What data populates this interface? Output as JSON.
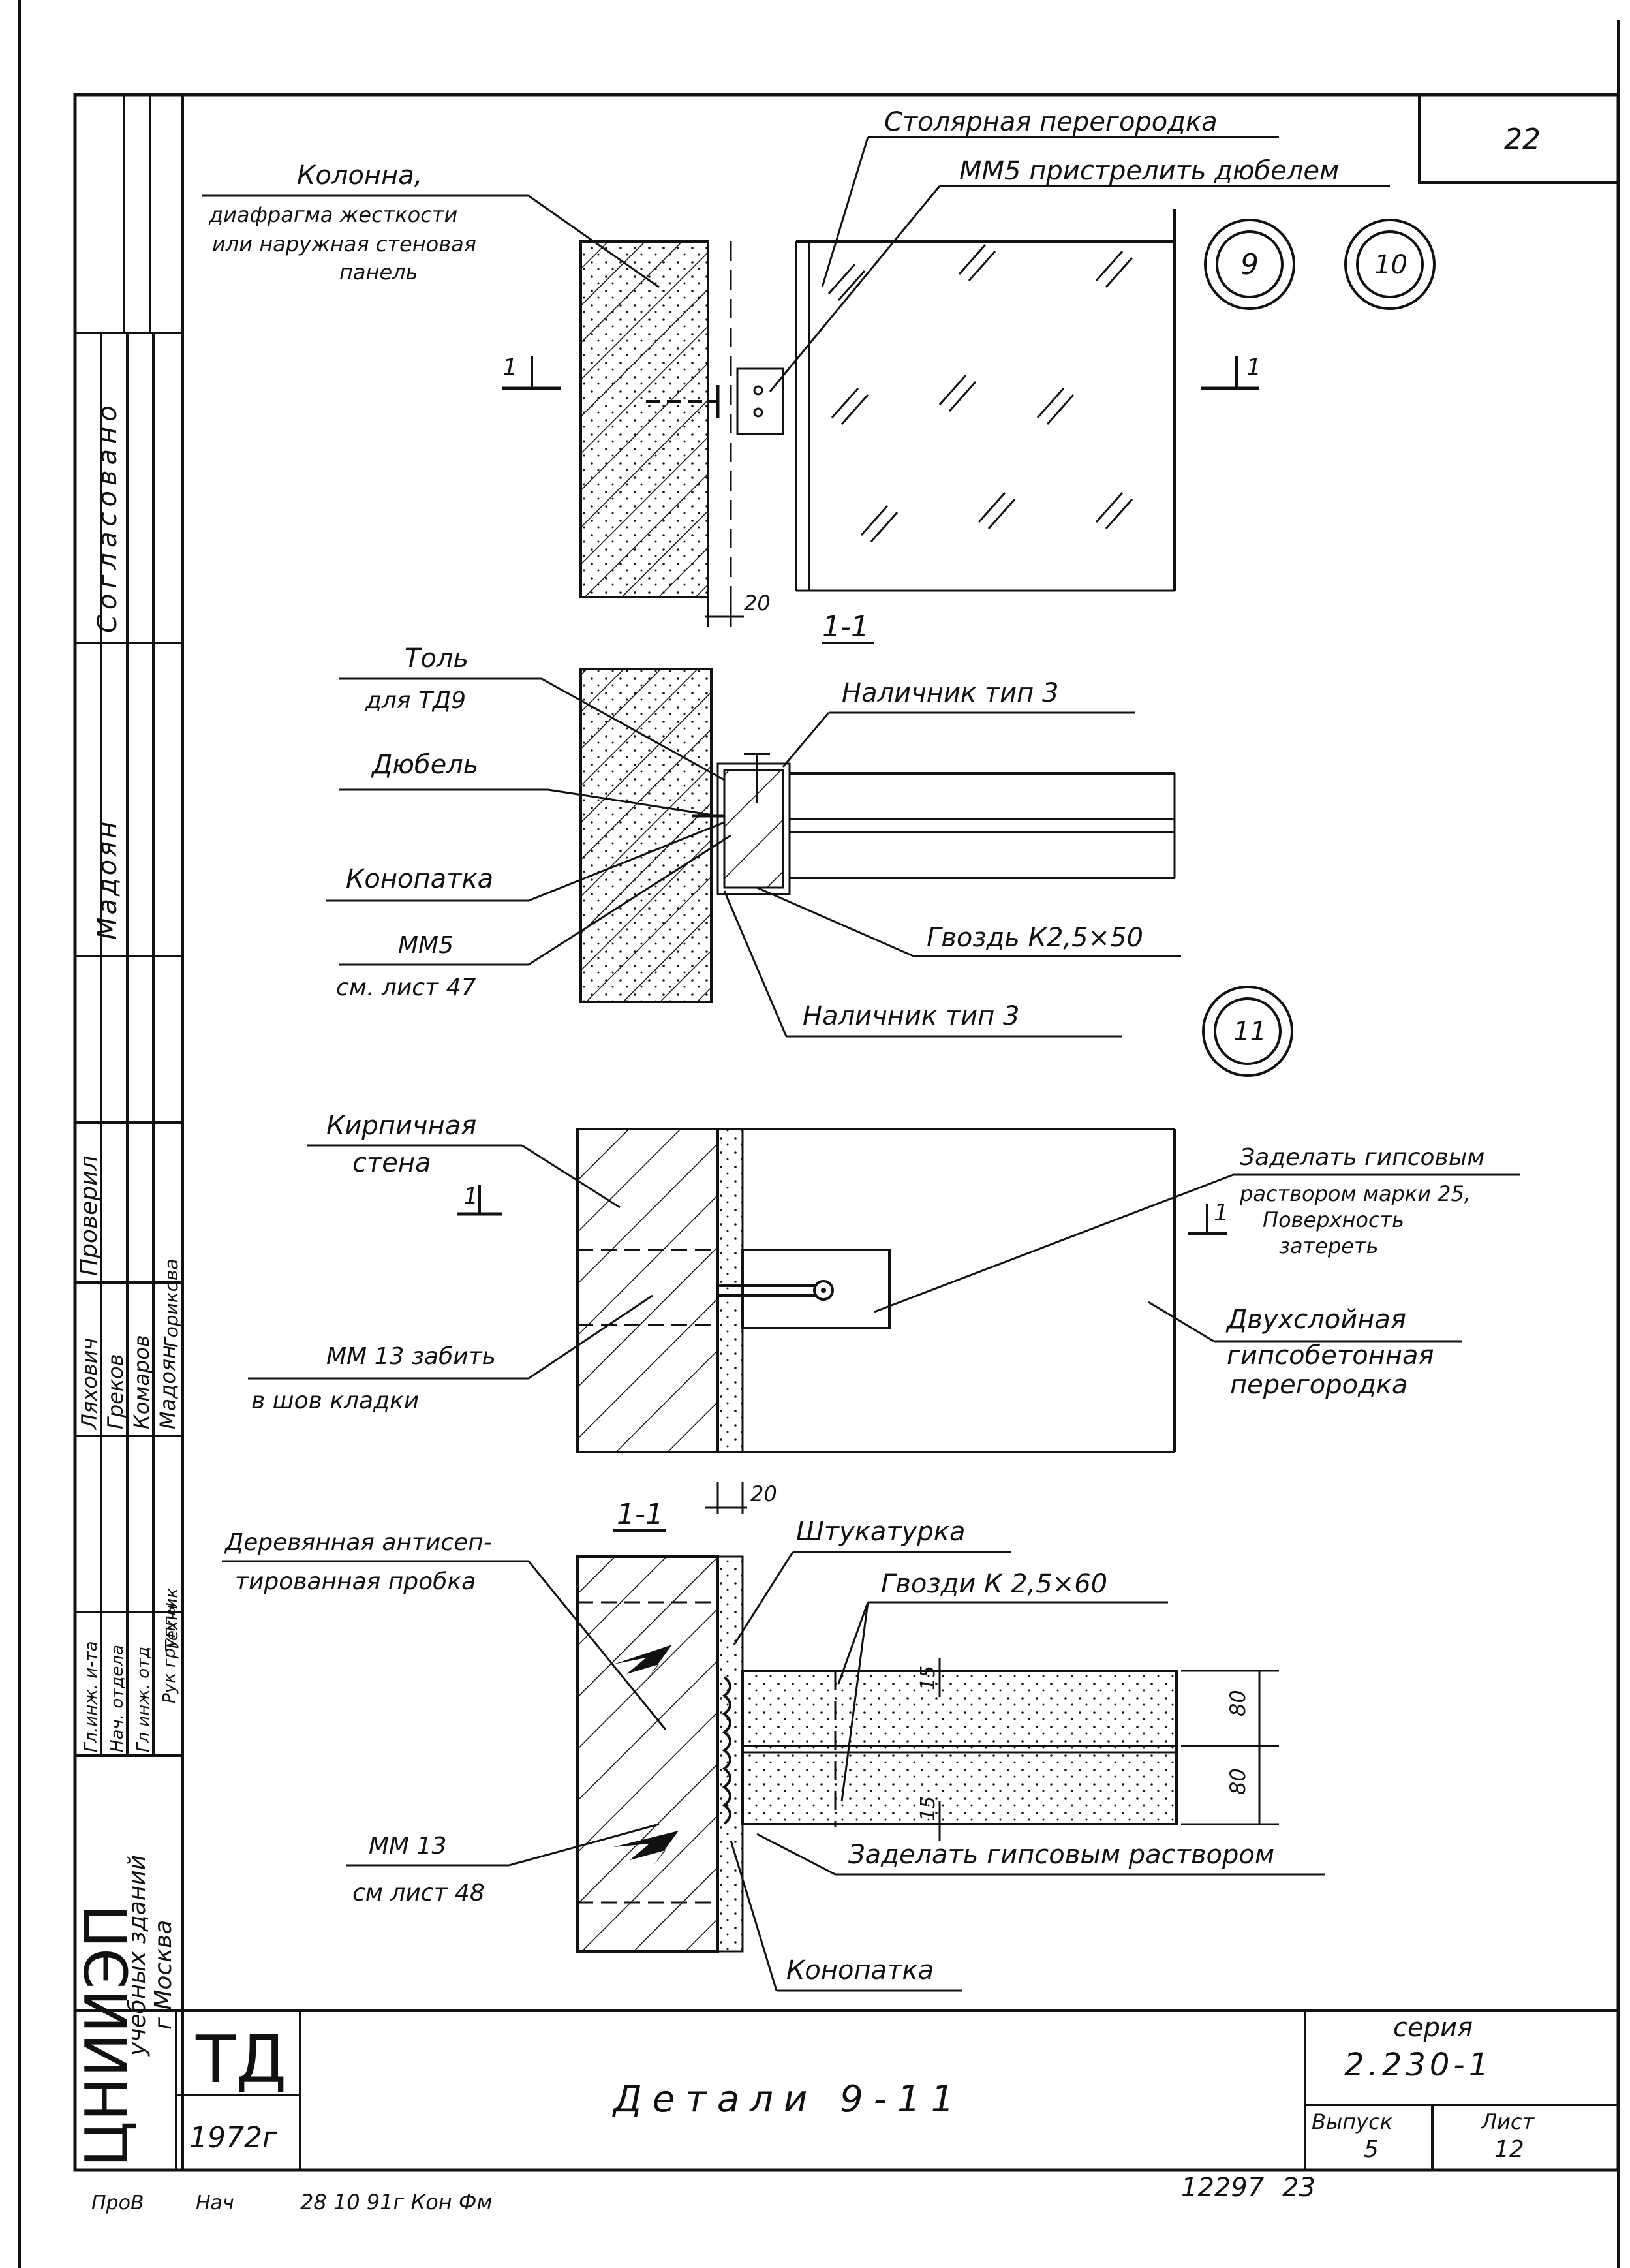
{
  "sheet_number_top": "22",
  "detail_marks": [
    "9",
    "10",
    "11"
  ],
  "detail9": {
    "labels": {
      "steel_partition": "Столярная перегородка",
      "mm5_note": "ММ5 пристрелить дюбелем",
      "column": "Колонна,",
      "column_l2": "диафрагма жесткости",
      "column_l3": "или наружная стеновая",
      "column_l4": "панель",
      "section_mark": "1",
      "dim": "20",
      "section_title": "1-1"
    }
  },
  "detail9_section": {
    "tol": "Толь",
    "tol_l2": "для ТД9",
    "dubel": "Дюбель",
    "konopatka": "Конопатка",
    "mm5": "ММ5",
    "mm5_ref": "см. лист 47",
    "nalichnik_top": "Наличник тип 3",
    "gvozd": "Гвоздь К2,5×50",
    "nalichnik_bottom": "Наличник тип 3"
  },
  "detail11": {
    "brick_wall": "Кирпичная",
    "brick_wall_l2": "стена",
    "section_mark": "1",
    "fill_gypsum": "Заделать гипсовым",
    "fill_gypsum_l2": "раствором марки 25,",
    "fill_gypsum_l3": "Поверхность",
    "fill_gypsum_l4": "затереть",
    "two_layer": "Двухслойная",
    "two_layer_l2": "гипсобетонная",
    "two_layer_l3": "перегородка",
    "mm13": "ММ 13 забить",
    "mm13_l2": "в шов кладки",
    "dim": "20",
    "section_title": "1-1"
  },
  "detail11_section": {
    "wood_plug": "Деревянная антисеп-",
    "wood_plug_l2": "тированная пробка",
    "plaster": "Штукатурка",
    "nails": "Гвозди К 2,5×60",
    "dim_a": "80",
    "dim_b": "80",
    "dim_small": "15",
    "mm13": "ММ 13",
    "mm13_ref": "см лист 48",
    "fill": "Заделать гипсовым раствором",
    "konopatka": "Конопатка"
  },
  "title_block": {
    "code": "ТД",
    "year": "1972г",
    "title": "Детали 9-11",
    "series_label": "серия",
    "series": "2.230-1",
    "issue_label": "Выпуск",
    "issue": "5",
    "sheet_label": "Лист",
    "sheet": "12",
    "org": "ЦНИИЭП",
    "org_l2": "учебных зданий",
    "org_l3": "г Москва"
  },
  "side_stamp": {
    "agreed": "Согласовано",
    "madoyan": "Мадоян",
    "checked": "Проверил",
    "names": [
      "Ляхович",
      "Греков",
      "Комаров",
      "Мадоян",
      "Горикова"
    ],
    "roles": [
      "Гл.инж. и-та",
      "Нач. отдела",
      "Гл инж. отд",
      "Рук группы",
      "Техник"
    ]
  },
  "bottom_notes": {
    "left": "ПроВ",
    "sig": "Нач",
    "date": "28 10 91г Кон Фм",
    "code": "12297",
    "num": "23"
  }
}
